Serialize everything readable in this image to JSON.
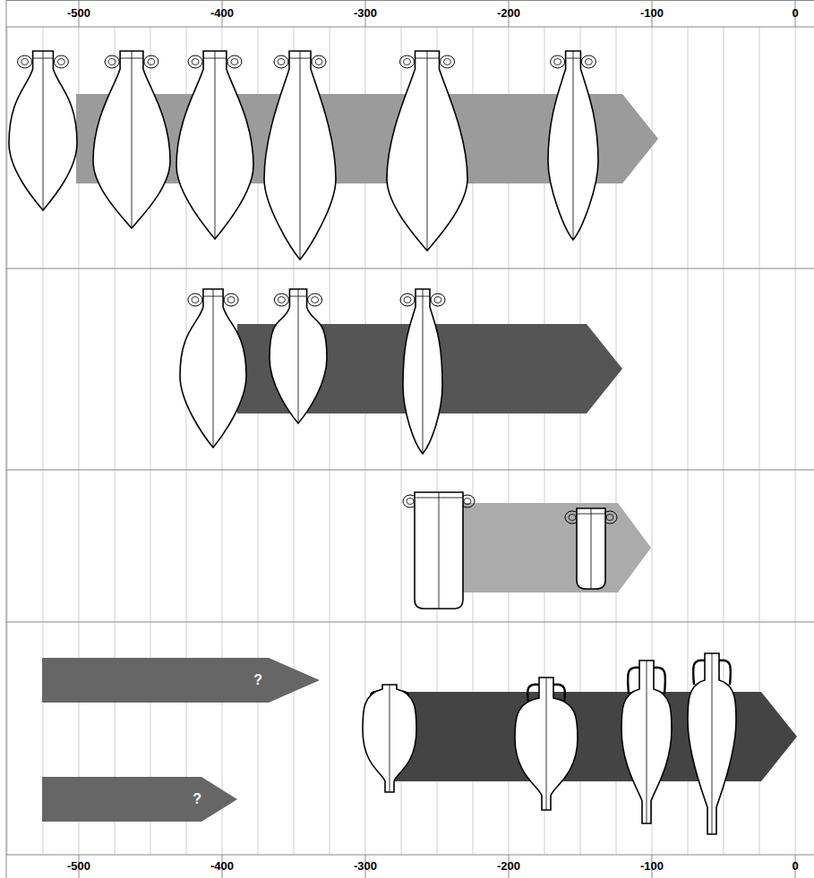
{
  "diagram": {
    "nodes": [
      {
        "text": [
          "?"
        ]
      },
      {
        "text": [
          "?"
        ]
      }
    ],
    "labels": [
      "-500",
      "-400",
      "-300",
      "-200",
      "-100",
      "0",
      "-500",
      "-400",
      "-300",
      "-200",
      "-100",
      "0"
    ]
  }
}
